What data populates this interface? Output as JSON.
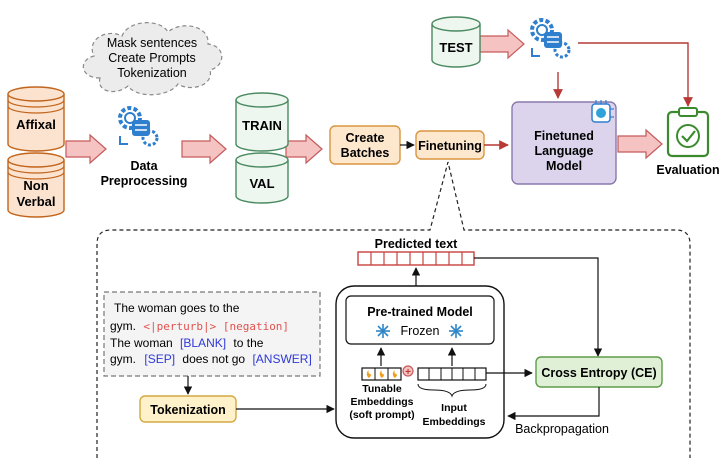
{
  "preprocess_cloud": {
    "line1": "Mask sentences",
    "line2": "Create Prompts",
    "line3": "Tokenization"
  },
  "datasets": {
    "affixal": "Affixal",
    "nonverbal_line1": "Non",
    "nonverbal_line2": "Verbal"
  },
  "data_preprocessing": {
    "line1": "Data",
    "line2": "Preprocessing"
  },
  "splits": {
    "train": "TRAIN",
    "val": "VAL",
    "test": "TEST"
  },
  "create_batches": {
    "line1": "Create",
    "line2": "Batches"
  },
  "finetuning": "Finetuning",
  "finetuned_model": {
    "line1": "Finetuned",
    "line2": "Language",
    "line3": "Model"
  },
  "evaluation": "Evaluation",
  "predicted_text": "Predicted text",
  "pretrained_model": {
    "title": "Pre-trained Model",
    "frozen": "Frozen"
  },
  "example_text": {
    "line1": "The woman goes to the",
    "line2_plain": "gym.",
    "line2_tokens": "<|perturb|> [negation]",
    "line3_plain": "The woman",
    "line3_blank": "[BLANK]",
    "line3_rest": "to the",
    "line4_plain": "gym.",
    "line4_sep": "[SEP]",
    "line4_mid": "does not go",
    "line4_answer": "[ANSWER]"
  },
  "tokenization": "Tokenization",
  "tunable_embeddings": {
    "line1": "Tunable",
    "line2": "Embeddings",
    "line3": "(soft prompt)"
  },
  "input_embeddings": {
    "line1": "Input",
    "line2": "Embeddings"
  },
  "cross_entropy": "Cross Entropy (CE)",
  "backpropagation": "Backpropagation",
  "plus_symbol": "+",
  "colors": {
    "cylinder_fill": "#fbe3cf",
    "cylinder_stroke": "#c2641b",
    "green_cyl_fill": "#eef6f0",
    "green_cyl_stroke": "#4a8a60",
    "arrow_fill": "#f6c3c3",
    "arrow_stroke": "#c65b5b",
    "batch_fill": "#fde7cd",
    "batch_stroke": "#d9953f",
    "tokenize_fill": "#fff1c9",
    "tokenize_stroke": "#d4a940",
    "model_fill": "#dcd4ec",
    "model_stroke": "#8a78ad",
    "eval_stroke": "#3c8a2e",
    "ce_fill": "#dff0d6",
    "ce_stroke": "#5e9c4a",
    "pred_stroke": "#c8423e",
    "dark_red": "#b63a35",
    "gear_blue": "#2f7fcf",
    "red_token": "#e0524e",
    "blue_token": "#2d38d8",
    "snow_blue": "#2e86c8"
  },
  "icons": [
    "gear-icon",
    "database-icon",
    "snowflake-icon",
    "flame-icon",
    "clipboard-check-icon",
    "brain-chip-icon",
    "cloud-icon"
  ]
}
